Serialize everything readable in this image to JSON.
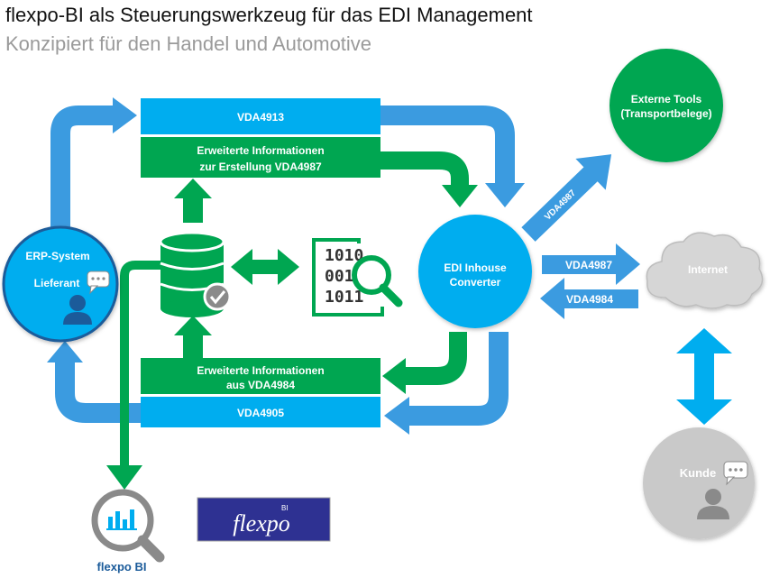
{
  "header": {
    "title": "flexpo-BI als Steuerungswerkzeug für das EDI Management",
    "subtitle": "Konzipiert für den Handel und Automotive"
  },
  "bars": {
    "vda4913": "VDA4913",
    "info_top_line1": "Erweiterte Informationen",
    "info_top_line2": "zur Erstellung VDA4987",
    "info_bottom_line1": "Erweiterte Informationen",
    "info_bottom_line2": "aus VDA4984",
    "vda4905": "VDA4905"
  },
  "nodes": {
    "erp_line1": "ERP-System",
    "erp_line2": "Lieferant",
    "edi_line1": "EDI Inhouse",
    "edi_line2": "Converter",
    "tools_line1": "Externe Tools",
    "tools_line2": "(Transportbelege)",
    "internet": "Internet",
    "kunde": "Kunde"
  },
  "arrows": {
    "vda4987_diag": "VDA4987",
    "vda4987_right": "VDA4987",
    "vda4984_left": "VDA4984"
  },
  "binary": [
    "1010",
    "001",
    "1011"
  ],
  "flexpo_bi_label": "flexpo BI",
  "logo": {
    "sup": "BI",
    "script": "flexpo"
  },
  "colors": {
    "blue": "#00adef",
    "green": "#00a651",
    "arrow_blue": "#3b9be0",
    "gray": "#c9c9c9",
    "logo_bg": "#2e3192",
    "navy": "#1b5b9a"
  }
}
